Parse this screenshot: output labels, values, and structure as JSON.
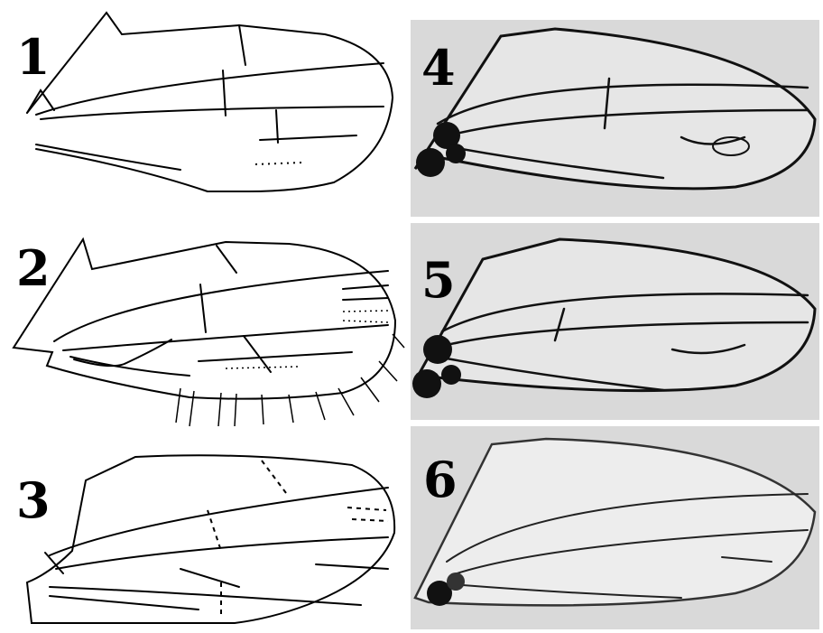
{
  "figure": {
    "panels": [
      {
        "number": "1",
        "style": "line drawing"
      },
      {
        "number": "2",
        "style": "line drawing with marginal setae"
      },
      {
        "number": "3",
        "style": "line drawing with dashed veins"
      },
      {
        "number": "4",
        "style": "photomicrograph"
      },
      {
        "number": "5",
        "style": "photomicrograph"
      },
      {
        "number": "6",
        "style": "photomicrograph"
      }
    ]
  },
  "colors": {
    "ink": "#000000",
    "background": "#ffffff",
    "photo_background": "#d9d9d9"
  }
}
